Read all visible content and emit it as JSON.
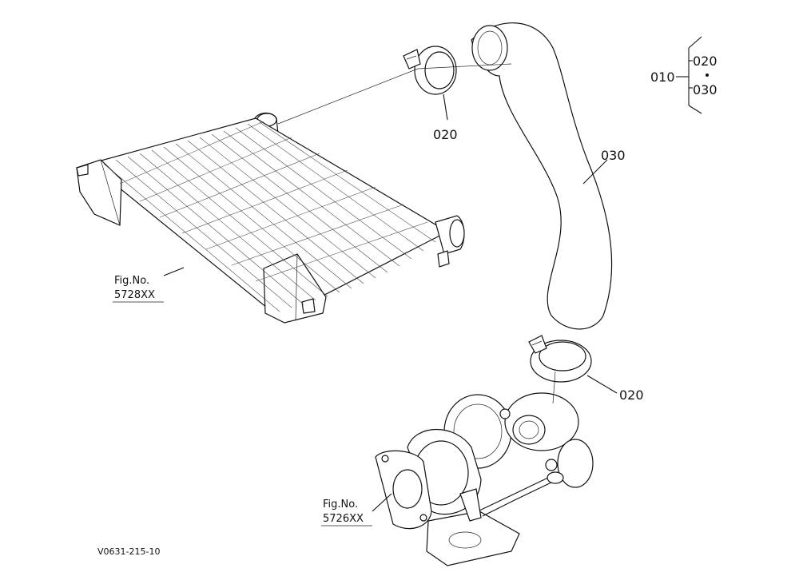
{
  "labels": {
    "assembly_ref": "010",
    "range_start": "020",
    "range_end": "030",
    "clamp_top": "020",
    "clamp_bottom": "020",
    "hose": "030"
  },
  "references": {
    "intercooler_fig_label": "Fig.No.",
    "intercooler_fig_number": "5728XX",
    "turbo_fig_label": "Fig.No.",
    "turbo_fig_number": "5726XX"
  },
  "drawing_code": "V0631-215-10"
}
